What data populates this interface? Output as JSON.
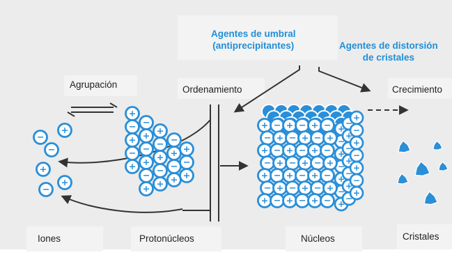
{
  "labels": {
    "threshold_line1": "Agentes de umbral",
    "threshold_line2": "(antiprecipitantes)",
    "distortion_line1": "Agentes de distorsión",
    "distortion_line2": "de cristales",
    "aggregation": "Agrupación",
    "ordering": "Ordenamiento",
    "growth": "Crecimiento",
    "ions": "Iones",
    "protonuclei": "Protonúcleos",
    "nuclei": "Núcleos",
    "crystals": "Cristales"
  },
  "symbols": {
    "plus": "+",
    "minus": "−"
  },
  "colors": {
    "accent": "#1f8fd9",
    "background": "#ececec",
    "ion_fill": "#2a8fd8",
    "arrow": "#333333"
  }
}
